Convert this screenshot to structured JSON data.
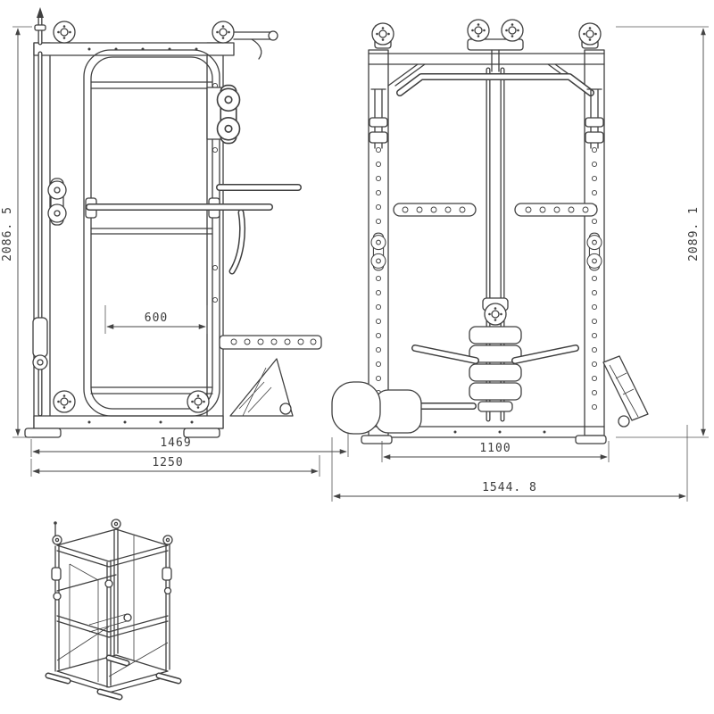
{
  "drawing": {
    "background": "#ffffff",
    "line_color": "#3f3f3f",
    "dim_text_color": "#3a3a3a",
    "views": {
      "side": {
        "dims": {
          "height": "2086. 5",
          "inner_width": "600",
          "depth_total": "1469",
          "depth_base": "1250"
        }
      },
      "front": {
        "dims": {
          "height": "2089. 1",
          "post_spacing": "1100",
          "overall_width": "1544. 8"
        }
      }
    }
  }
}
